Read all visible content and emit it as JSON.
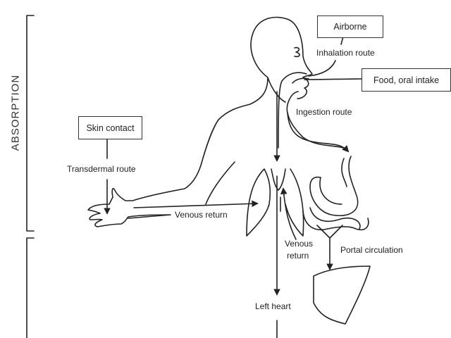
{
  "sections": {
    "absorption": "ABSORPTION"
  },
  "sources": {
    "airborne": "Airborne",
    "food": "Food, oral intake",
    "skin": "Skin contact"
  },
  "routes": {
    "inhalation": "Inhalation route",
    "ingestion": "Ingestion route",
    "transdermal": "Transdermal route"
  },
  "flows": {
    "venous_return_arm": "Venous return",
    "venous_return_lungs_line1": "Venous",
    "venous_return_lungs_line2": "return",
    "portal": "Portal circulation",
    "left_heart": "Left heart"
  }
}
